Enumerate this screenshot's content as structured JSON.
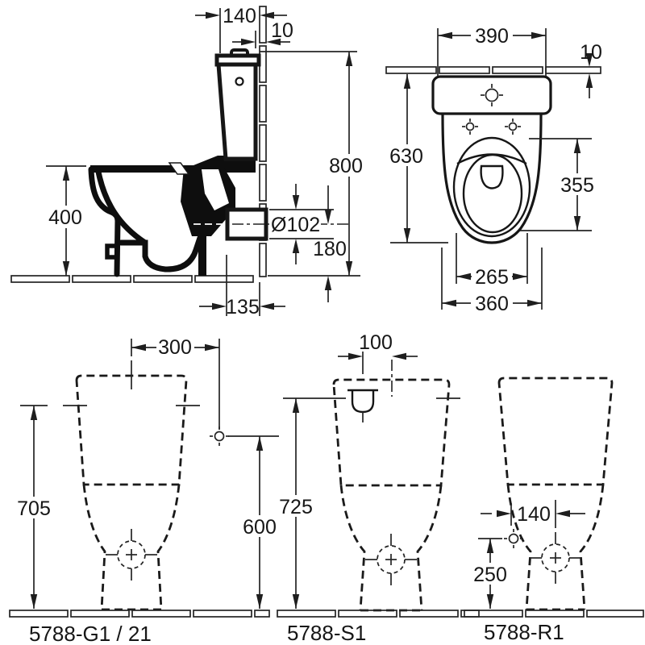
{
  "side_view": {
    "dims": {
      "cistern_depth": "140",
      "wall_gap": "10",
      "overall_height": "800",
      "rim_height": "400",
      "outlet_diameter": "Ø102",
      "outlet_center_height": "180",
      "outlet_setout": "135"
    }
  },
  "plan_view": {
    "dims": {
      "cistern_width": "390",
      "tile_thickness": "10",
      "overall_depth": "630",
      "seat_cutout_length": "355",
      "inner_width": "265",
      "bowl_width": "360"
    }
  },
  "variants": {
    "g1": {
      "label": "5788-G1 / 21",
      "dims": {
        "supply_offset": "300",
        "tank_height": "705",
        "supply_height": "600"
      }
    },
    "s1": {
      "label": "5788-S1",
      "dims": {
        "supply_offset": "100",
        "tank_height": "725"
      }
    },
    "r1": {
      "label": "5788-R1",
      "dims": {
        "supply_offset": "140",
        "supply_height": "250"
      }
    }
  }
}
